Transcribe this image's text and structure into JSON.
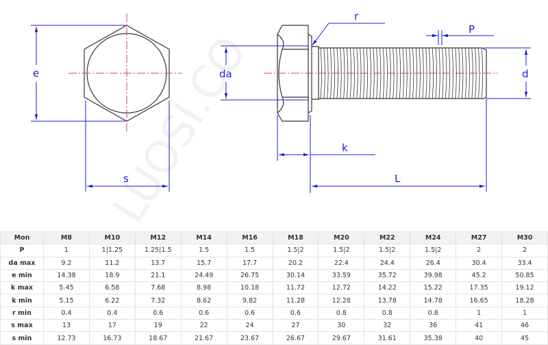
{
  "drawing": {
    "watermark": "LUOSI.CO",
    "labels": {
      "e": "e",
      "s": "s",
      "da": "da",
      "r": "r",
      "P": "P",
      "d": "d",
      "k": "k",
      "L": "L"
    },
    "colors": {
      "dimension": "#1a1adc",
      "centerline": "#e0308a",
      "outline": "#333333"
    }
  },
  "table": {
    "columns": [
      "Mon",
      "M8",
      "M10",
      "M12",
      "M14",
      "M16",
      "M18",
      "M20",
      "M22",
      "M24",
      "M27",
      "M30"
    ],
    "rows": [
      [
        "P",
        "1",
        "1|1.25",
        "1.25|1.5",
        "1.5",
        "1.5",
        "1.5|2",
        "1.5|2",
        "1.5|2",
        "1.5|2",
        "2",
        "2"
      ],
      [
        "da max",
        "9.2",
        "11.2",
        "13.7",
        "15.7",
        "17.7",
        "20.2",
        "22.4",
        "24.4",
        "26.4",
        "30.4",
        "33.4"
      ],
      [
        "e min",
        "14.38",
        "18.9",
        "21.1",
        "24.49",
        "26.75",
        "30.14",
        "33.59",
        "35.72",
        "39.98",
        "45.2",
        "50.85"
      ],
      [
        "k max",
        "5.45",
        "6.58",
        "7.68",
        "8.98",
        "10.18",
        "11.72",
        "12.72",
        "14.22",
        "15.22",
        "17.35",
        "19.12"
      ],
      [
        "k min",
        "5.15",
        "6.22",
        "7.32",
        "8.62",
        "9.82",
        "11.28",
        "12.28",
        "13.78",
        "14.78",
        "16.65",
        "18.28"
      ],
      [
        "r min",
        "0.4",
        "0.4",
        "0.6",
        "0.6",
        "0.6",
        "0.6",
        "0.8",
        "0.8",
        "0.8",
        "1",
        "1"
      ],
      [
        "s max",
        "13",
        "17",
        "19",
        "22",
        "24",
        "27",
        "30",
        "32",
        "36",
        "41",
        "46"
      ],
      [
        "s min",
        "12.73",
        "16.73",
        "18.67",
        "21.67",
        "23.67",
        "26.67",
        "29.67",
        "31.61",
        "35.38",
        "40",
        "45"
      ]
    ]
  }
}
